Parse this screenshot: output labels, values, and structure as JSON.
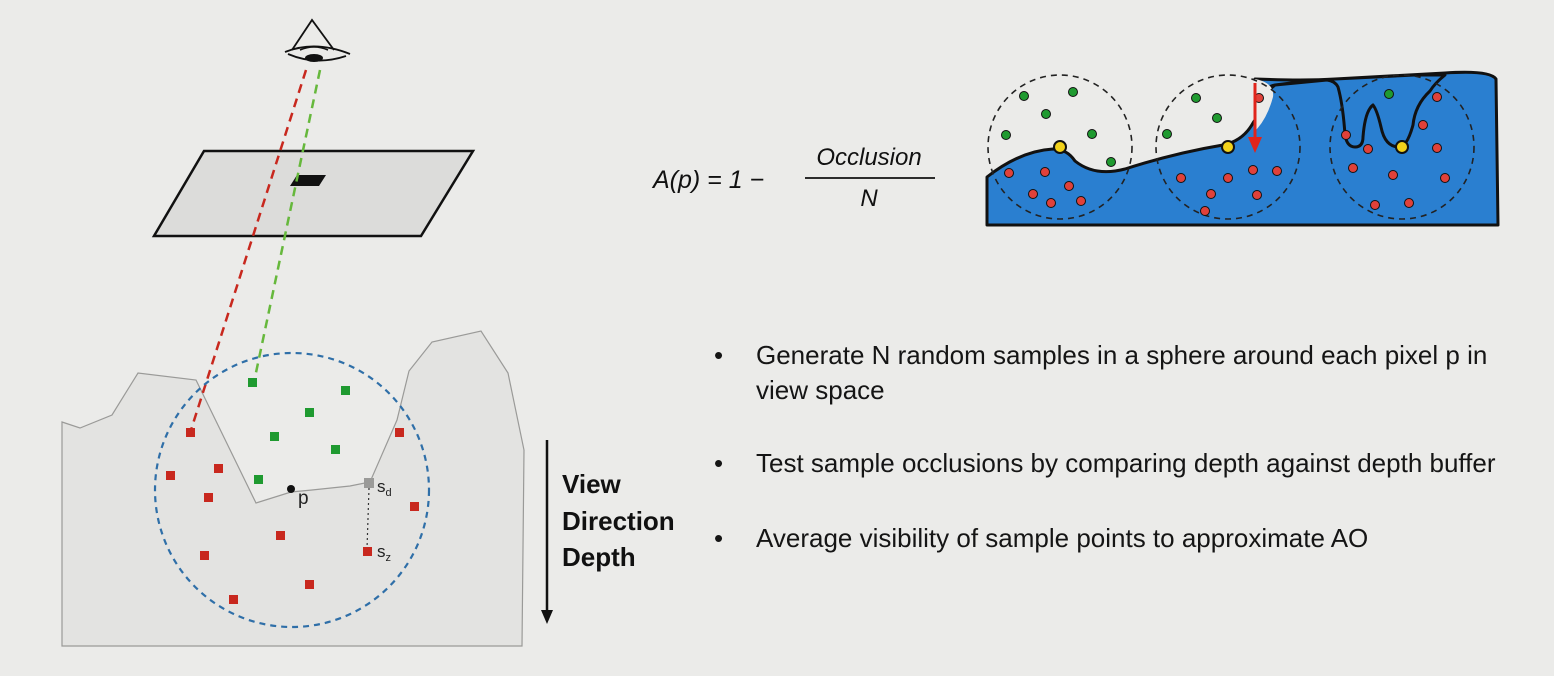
{
  "formula": {
    "lhs": "A(p) = 1 −",
    "numerator": "Occlusion",
    "denominator": "N"
  },
  "diagram": {
    "point_label": "p",
    "sample_depth_label": "s",
    "sample_depth_sub": "d",
    "sample_z_label": "s",
    "sample_z_sub": "z",
    "axis_label_lines": [
      "View",
      "Direction",
      "Depth"
    ]
  },
  "colors": {
    "background": "#ebebe9",
    "occluded_sample": "#c8281e",
    "visible_sample": "#1f9a30",
    "sphere_outline": "#2f6fa8",
    "surface_fill": "#2a7fd0",
    "center_point": "#f2d21b",
    "depth_arrow": "#e0241b"
  },
  "bullets": [
    {
      "text": "Generate N random samples in a sphere around each pixel p in view space"
    },
    {
      "text": "Test sample occlusions by comparing depth against depth buffer"
    },
    {
      "text": "Average visibility of sample points to approximate AO"
    }
  ]
}
